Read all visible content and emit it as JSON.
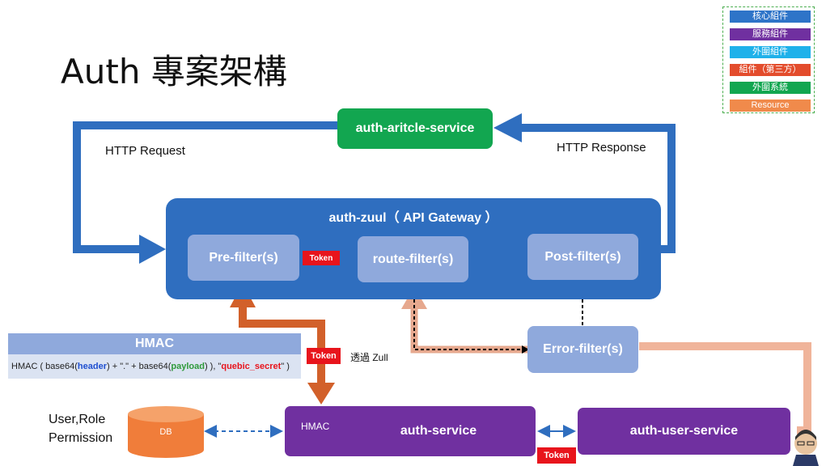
{
  "title": "Auth 專案架構",
  "legend": [
    {
      "label": "核心組件",
      "color": "#2e74c8"
    },
    {
      "label": "服務組件",
      "color": "#7030a0"
    },
    {
      "label": "外圍組件",
      "color": "#1fb1ea"
    },
    {
      "label": "組件（第三方）",
      "color": "#e34c2c"
    },
    {
      "label": "外圍系統",
      "color": "#12a650"
    },
    {
      "label": "Resource",
      "color": "#f08a4b"
    }
  ],
  "article_service": "auth-aritcle-service",
  "http_request": "HTTP Request",
  "http_response": "HTTP Response",
  "gateway_title": "auth-zuul（ API Gateway ）",
  "filters": {
    "pre": "Pre-filter(s)",
    "route": "route-filter(s)",
    "post": "Post-filter(s)",
    "error": "Error-filter(s)"
  },
  "token_label": "Token",
  "via_zuul": "透過 Zull",
  "hmac": {
    "header": "HMAC",
    "formula": {
      "p1": "HMAC ( base64( ",
      "p2": "header",
      "p3": " ) + \".\" + base64( ",
      "p4": "payload",
      "p5": " ) ), \"",
      "p6": "quebic_secret",
      "p7": "\" )"
    }
  },
  "user_role": "User,Role",
  "permission": "Permission",
  "db_label": "DB",
  "auth_service": "auth-service",
  "hmac_doc": "HMAC",
  "user_service": "auth-user-service"
}
